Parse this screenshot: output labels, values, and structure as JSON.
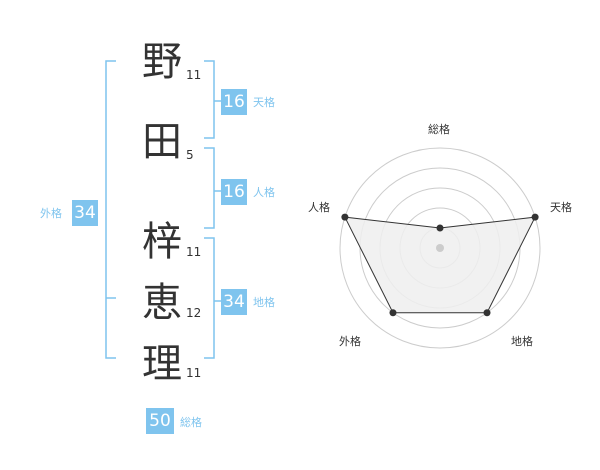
{
  "name": [
    {
      "char": "野",
      "strokes": "11"
    },
    {
      "char": "田",
      "strokes": "5"
    },
    {
      "char": "梓",
      "strokes": "11"
    },
    {
      "char": "恵",
      "strokes": "12"
    },
    {
      "char": "理",
      "strokes": "11"
    }
  ],
  "fortunes": {
    "tenkaku": {
      "value": "16",
      "label": "天格"
    },
    "jinkaku": {
      "value": "16",
      "label": "人格"
    },
    "chikaku": {
      "value": "34",
      "label": "地格"
    },
    "gaikaku": {
      "value": "34",
      "label": "外格"
    },
    "soukaku": {
      "value": "50",
      "label": "総格"
    }
  },
  "radar": {
    "axes": [
      "総格",
      "天格",
      "地格",
      "外格",
      "人格"
    ],
    "levels": [
      1,
      5,
      4,
      4,
      5
    ],
    "max": 5,
    "colors": {
      "ring": "#cccccc",
      "fill": "#eeeeee",
      "line": "#333333",
      "center": "#cccccc"
    }
  },
  "colors": {
    "accent": "#7fc4ee",
    "text": "#333333"
  }
}
